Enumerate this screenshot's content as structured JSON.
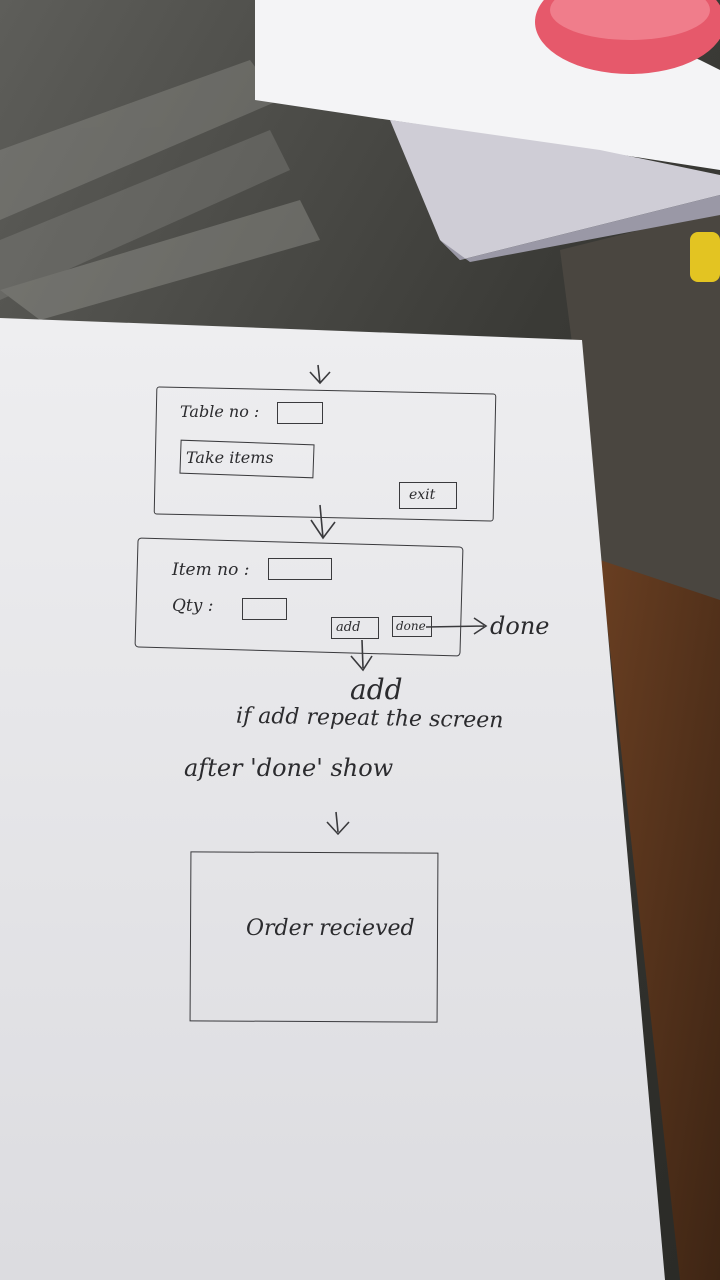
{
  "screen1": {
    "table_label": "Table no :",
    "take_items_label": "Take items",
    "exit_label": "exit"
  },
  "screen2": {
    "item_label": "Item no :",
    "qty_label": "Qty :",
    "add_label": "add",
    "done_label": "done",
    "done_arrow_label": "done"
  },
  "notes": {
    "add": "add",
    "repeat": "if add repeat the screen",
    "after_done": "after 'done' show"
  },
  "screen3": {
    "message": "Order recieved"
  },
  "colors": {
    "paper": "#e6e6e8",
    "ink": "#2b2b2e"
  }
}
